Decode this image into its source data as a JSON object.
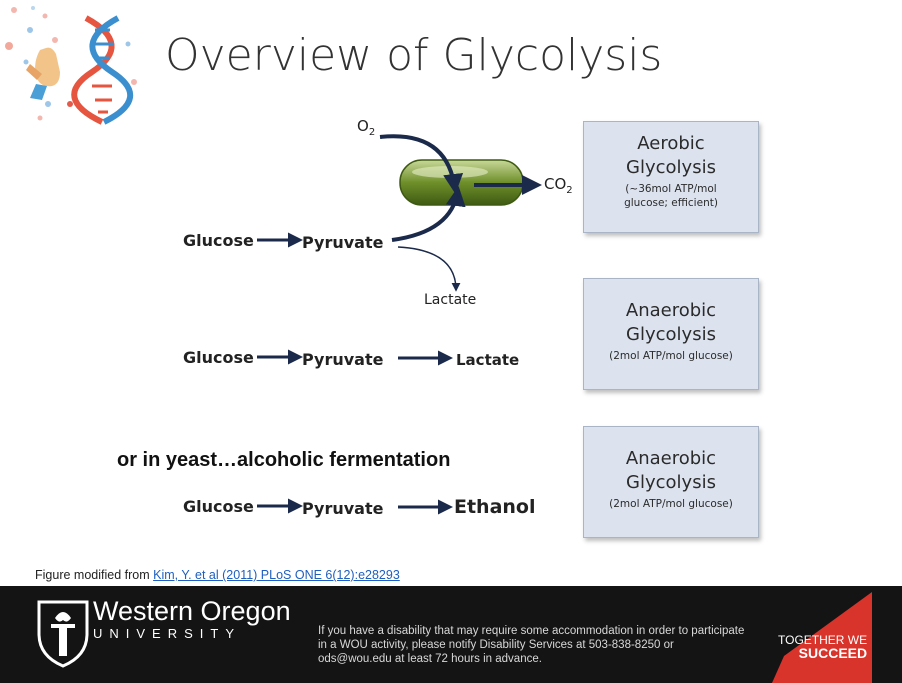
{
  "slide": {
    "title": "Overview of Glycolysis"
  },
  "diagram": {
    "o2_label": "O",
    "o2_sub": "2",
    "co2_label": "CO",
    "co2_sub": "2",
    "lactate_side_label": "Lactate",
    "row1": {
      "glucose": "Glucose",
      "pyruvate": "Pyruvate"
    },
    "row2": {
      "glucose": "Glucose",
      "pyruvate": "Pyruvate",
      "product": "Lactate"
    },
    "yeast_heading": "or in yeast…alcoholic fermentation",
    "row3": {
      "glucose": "Glucose",
      "pyruvate": "Pyruvate",
      "product": "Ethanol"
    },
    "boxes": [
      {
        "line1": "Aerobic",
        "line2": "Glycolysis",
        "detail": "(~36mol ATP/mol glucose; efficient)"
      },
      {
        "line1": "Anaerobic",
        "line2": "Glycolysis",
        "detail": "(2mol ATP/mol glucose)"
      },
      {
        "line1": "Anaerobic",
        "line2": "Glycolysis",
        "detail": "(2mol ATP/mol glucose)"
      }
    ],
    "colors": {
      "arrow": "#1b2a4a",
      "mitochondrion": "#6f8f2a",
      "box_fill": "#dce3ef"
    }
  },
  "caption": {
    "prefix": "Figure modified from ",
    "link_text": "Kim, Y. et al (2011) PLoS ONE 6(12):e28293"
  },
  "footer": {
    "university_name": "Western Oregon",
    "university_sub": "UNIVERSITY",
    "notice": "If you have a disability that may require some accommodation in order to participate in a WOU activity, please notify Disability Services at 503-838-8250 or ods@wou.edu at least 72 hours in advance.",
    "slogan_line1": "TOGETHER WE",
    "slogan_line2": "SUCCEED",
    "colors": {
      "background": "#141414",
      "accent": "#d9342b"
    }
  },
  "decoration": {
    "dna_icon": "dna-helix-icon",
    "hand_icon": "hand-icon",
    "logo_icon": "torch-shield-icon"
  }
}
